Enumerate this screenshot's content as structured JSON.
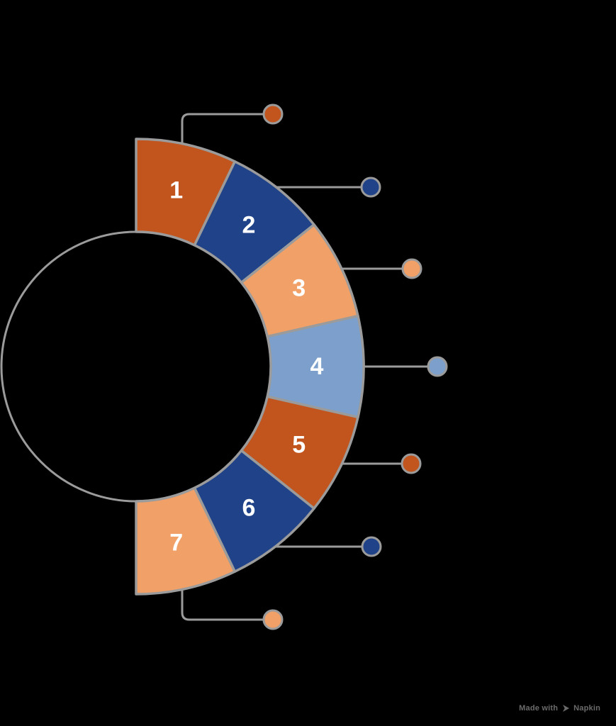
{
  "background_color": "#000000",
  "diagram": {
    "type": "semicircular-donut-steps",
    "description": "Right-facing half-ring split into 7 numbered wedges, each with a leader line ending in a matching colored dot",
    "segment_count": 7,
    "stroke_color": "#9B9B9B",
    "label_color": "#FFFFFF",
    "palette": {
      "dark_orange": "#C2551D",
      "dark_blue": "#1F4288",
      "light_orange": "#F1A067",
      "light_blue": "#7CA0CB"
    },
    "segments": [
      {
        "label": "1",
        "color": "#C2551D",
        "color_name": "dark_orange"
      },
      {
        "label": "2",
        "color": "#1F4288",
        "color_name": "dark_blue"
      },
      {
        "label": "3",
        "color": "#F1A067",
        "color_name": "light_orange"
      },
      {
        "label": "4",
        "color": "#7CA0CB",
        "color_name": "light_blue"
      },
      {
        "label": "5",
        "color": "#C2551D",
        "color_name": "dark_orange"
      },
      {
        "label": "6",
        "color": "#1F4288",
        "color_name": "dark_blue"
      },
      {
        "label": "7",
        "color": "#F1A067",
        "color_name": "light_orange"
      }
    ]
  },
  "watermark": {
    "text": "Made with",
    "brand": "Napkin",
    "color": "#6B6B6B"
  }
}
